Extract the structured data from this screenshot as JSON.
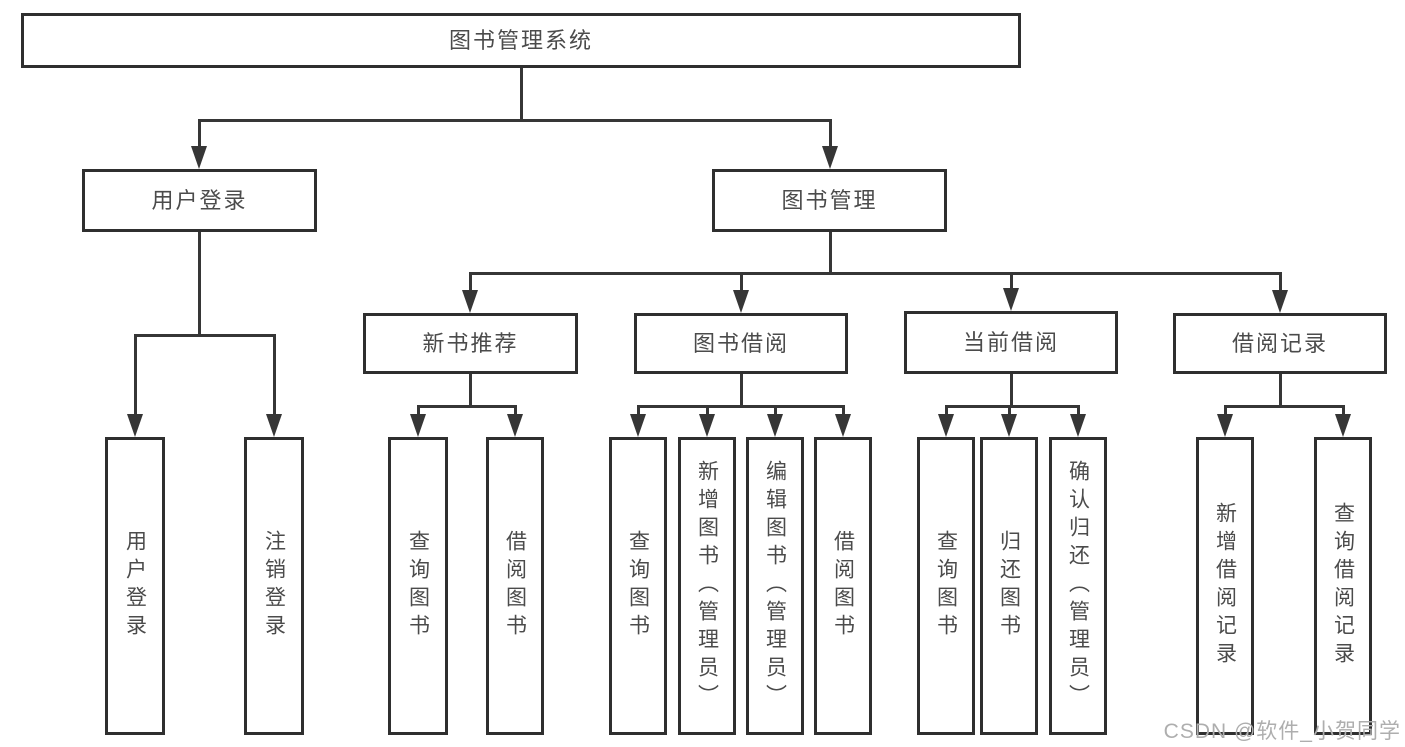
{
  "colors": {
    "line": "#363636",
    "box_border": "#2f2f2f",
    "text": "#4b4b4b",
    "watermark": "#aeaeae",
    "background": "#ffffff"
  },
  "watermark": {
    "text": "CSDN @软件_小贺同学"
  },
  "diagram": {
    "type": "hierarchy-tree",
    "root": {
      "label": "图书管理系统"
    },
    "level2": [
      {
        "id": "user-login",
        "label": "用户登录"
      },
      {
        "id": "book-management",
        "label": "图书管理"
      }
    ],
    "level3": [
      {
        "id": "new-books",
        "label": "新书推荐",
        "parent": "book-management"
      },
      {
        "id": "book-borrowing",
        "label": "图书借阅",
        "parent": "book-management"
      },
      {
        "id": "current-borrow",
        "label": "当前借阅",
        "parent": "book-management"
      },
      {
        "id": "borrow-records",
        "label": "借阅记录",
        "parent": "book-management"
      }
    ],
    "leaves": [
      {
        "id": "leaf-user-login",
        "label": "用户登录",
        "parent": "user-login"
      },
      {
        "id": "leaf-logout",
        "label": "注销登录",
        "parent": "user-login"
      },
      {
        "id": "leaf-query-books-1",
        "label": "查询图书",
        "parent": "new-books"
      },
      {
        "id": "leaf-borrow-books-1",
        "label": "借阅图书",
        "parent": "new-books"
      },
      {
        "id": "leaf-query-books-2",
        "label": "查询图书",
        "parent": "book-borrowing"
      },
      {
        "id": "leaf-add-books",
        "label": "新增图书（管理员）",
        "parent": "book-borrowing"
      },
      {
        "id": "leaf-edit-books",
        "label": "编辑图书（管理员）",
        "parent": "book-borrowing"
      },
      {
        "id": "leaf-borrow-books-2",
        "label": "借阅图书",
        "parent": "book-borrowing"
      },
      {
        "id": "leaf-query-books-3",
        "label": "查询图书",
        "parent": "current-borrow"
      },
      {
        "id": "leaf-return-books",
        "label": "归还图书",
        "parent": "current-borrow"
      },
      {
        "id": "leaf-confirm-return",
        "label": "确认归还（管理员）",
        "parent": "current-borrow"
      },
      {
        "id": "leaf-add-borrow-rec",
        "label": "新增借阅记录",
        "parent": "borrow-records"
      },
      {
        "id": "leaf-query-borrow-rec",
        "label": "查询借阅记录",
        "parent": "borrow-records"
      }
    ]
  }
}
